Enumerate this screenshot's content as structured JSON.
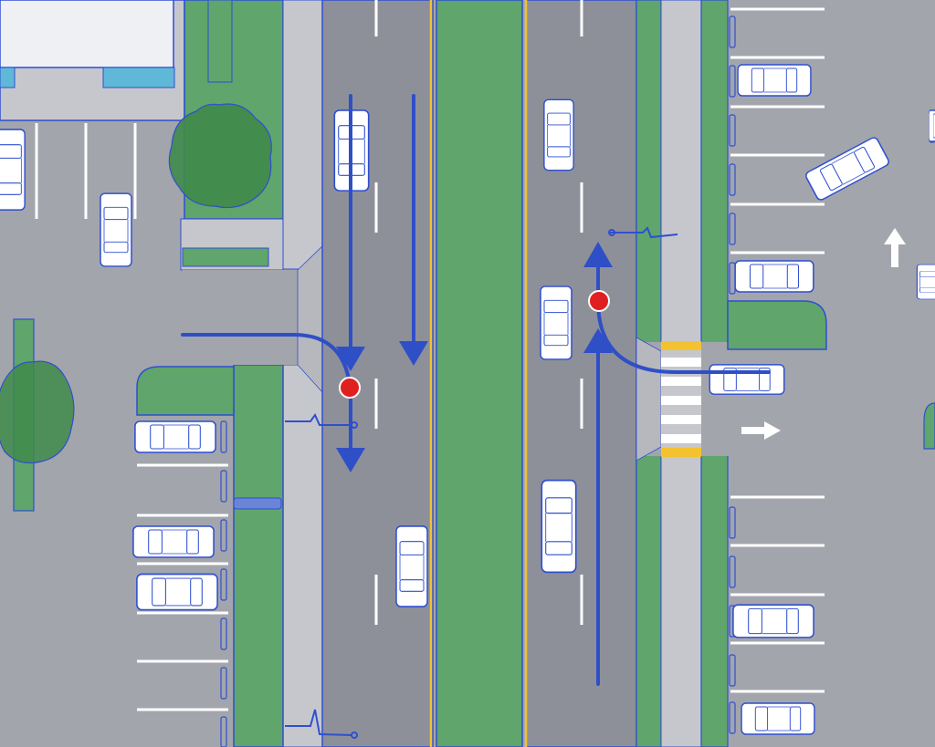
{
  "diagram": {
    "title": "",
    "description_text": ""
  },
  "colors": {
    "parking_lot": "#a3a5ac",
    "road": "#8e9099",
    "sidewalk": "#c6c7cd",
    "grass": "#5fa56c",
    "tree": "#3f8a4a",
    "outline": "#2f4fd0",
    "flow_arrow": "#2f4fc7",
    "conflict_point": "#e02020",
    "center_line": "#f2c230",
    "white_marking": "#ffffff",
    "building_roof": "#eef0f4",
    "window_blue": "#5fb8d8"
  },
  "elements": {
    "conflict_points_count": 2,
    "flow_arrows": [
      "southbound-through",
      "southbound-through-inner",
      "northbound-through",
      "right-turn-into-driveway",
      "left-turn-out-of-driveway"
    ],
    "icons": [
      "car-icon",
      "bike-rack-icon",
      "tree-icon",
      "crosswalk-icon",
      "arrow-up-marking-icon",
      "arrow-right-marking-icon"
    ]
  }
}
